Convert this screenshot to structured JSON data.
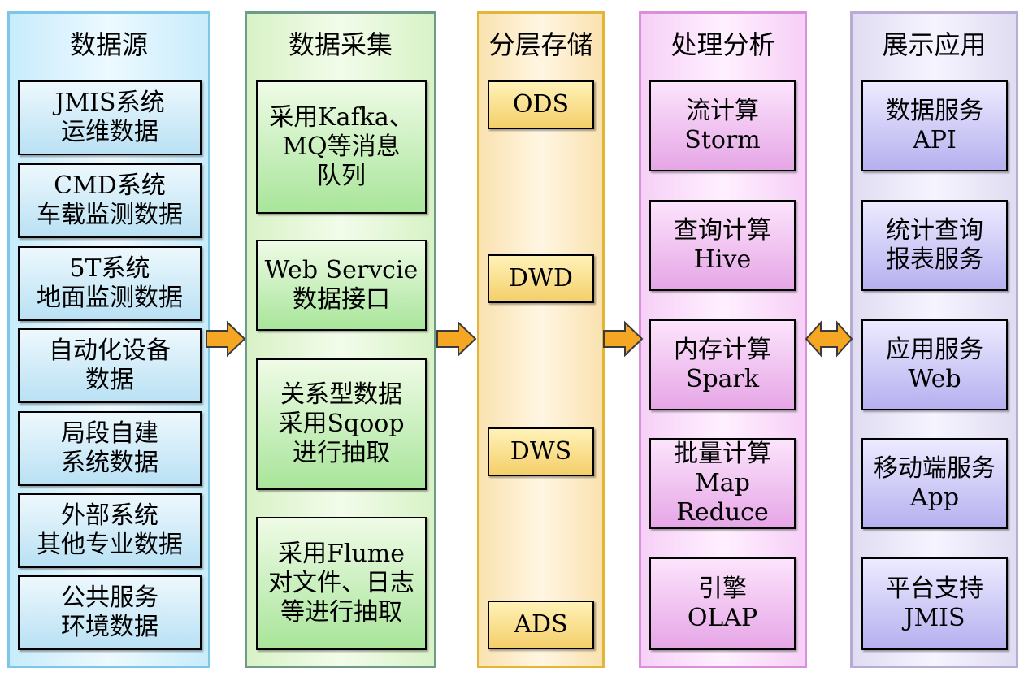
{
  "columns": [
    {
      "title": "数据源",
      "items": [
        "JMIS系统\n运维数据",
        "CMD系统\n车载监测数据",
        "5T系统\n地面监测数据",
        "自动化设备\n数据",
        "局段自建\n系统数据",
        "外部系统\n其他专业数据",
        "公共服务\n环境数据"
      ]
    },
    {
      "title": "数据采集",
      "items": [
        "采用Kafka、\nMQ等消息\n队列",
        "Web Servcie\n数据接口",
        "关系型数据\n采用Sqoop\n进行抽取",
        "采用Flume\n对文件、日志\n等进行抽取"
      ]
    },
    {
      "title": "分层存储",
      "items": [
        "ODS",
        "DWD",
        "DWS",
        "ADS"
      ]
    },
    {
      "title": "处理分析",
      "items": [
        "流计算\nStorm",
        "查询计算\nHive",
        "内存计算\nSpark",
        "批量计算\nMap Reduce",
        "引擎\nOLAP"
      ]
    },
    {
      "title": "展示应用",
      "items": [
        "数据服务\nAPI",
        "统计查询\n报表服务",
        "应用服务\nWeb",
        "移动端服务\nApp",
        "平台支持\nJMIS"
      ]
    }
  ],
  "colors": {
    "arrow_fill": "#f5a623",
    "arrow_stroke": "#3a3a3a"
  }
}
